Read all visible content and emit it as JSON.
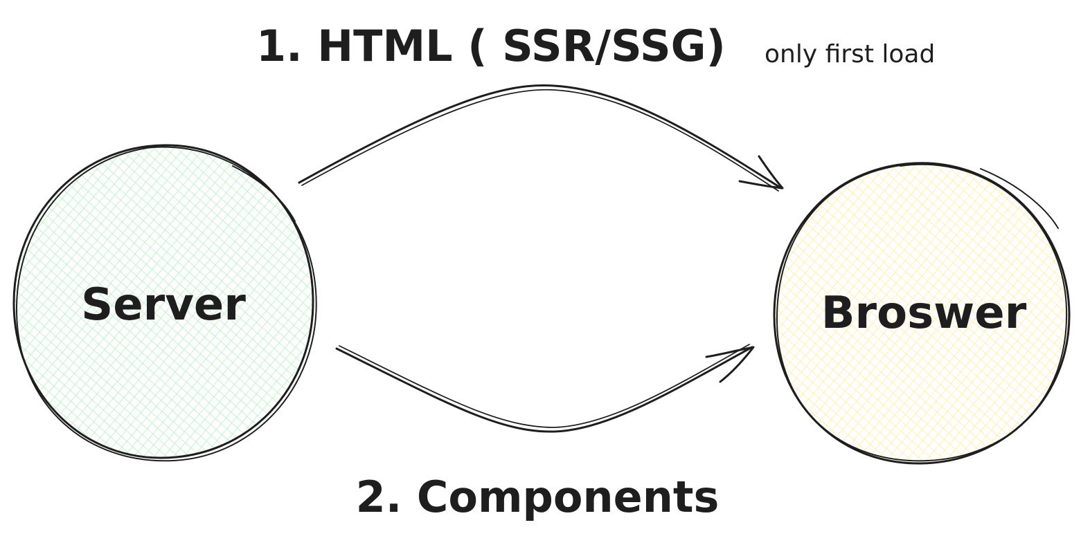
{
  "nodes": {
    "server": {
      "label": "Server",
      "fill_color": "#b2f2bb"
    },
    "browser": {
      "label": "Broswer",
      "fill_color": "#ffec99"
    }
  },
  "edges": {
    "top": {
      "label": "1. HTML ( SSR/SSG)",
      "note": "only first load"
    },
    "bottom": {
      "label": "2. Components"
    }
  },
  "colors": {
    "ink": "#1e1e1e",
    "background": "#ffffff"
  }
}
